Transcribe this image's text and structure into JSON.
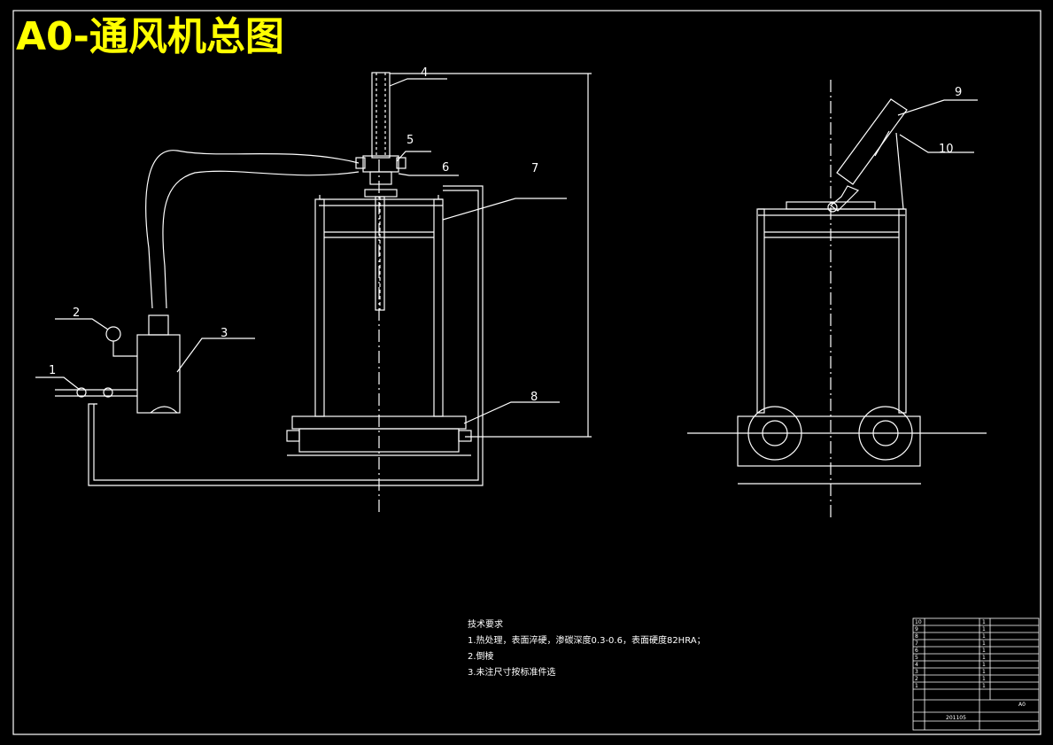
{
  "title": "A0-通风机总图",
  "callouts": [
    "1",
    "2",
    "3",
    "4",
    "5",
    "6",
    "7",
    "8",
    "9",
    "10"
  ],
  "notes": {
    "heading": "技术要求",
    "items": [
      "1.热处理，表面淬硬，渗碳深度0.3-0.6，表面硬度82HRA；",
      "2.倒棱",
      "3.未注尺寸按标准件选"
    ]
  },
  "title_block": {
    "parts_list": [
      {
        "no": "10",
        "qty": "1"
      },
      {
        "no": "9",
        "qty": "1"
      },
      {
        "no": "8",
        "qty": "1"
      },
      {
        "no": "7",
        "qty": "1"
      },
      {
        "no": "6",
        "qty": "1"
      },
      {
        "no": "5",
        "qty": "1"
      },
      {
        "no": "4",
        "qty": "1"
      },
      {
        "no": "3",
        "qty": "1"
      },
      {
        "no": "2",
        "qty": "1"
      },
      {
        "no": "1",
        "qty": "1"
      }
    ],
    "drawing_no": "201105",
    "sheet_size": "A0"
  },
  "colors": {
    "background": "#000000",
    "lines": "#ffffff",
    "title": "#ffff00"
  }
}
